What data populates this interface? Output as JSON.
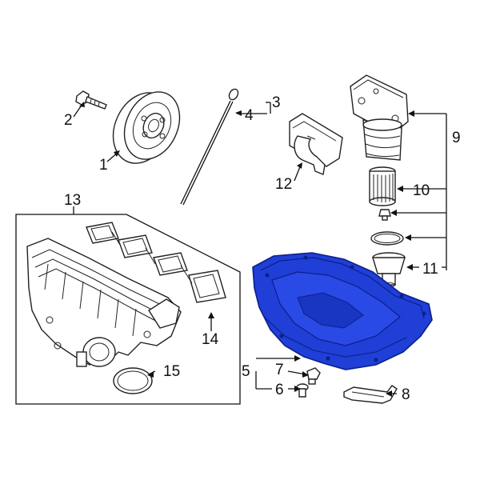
{
  "callouts": {
    "c1": "1",
    "c2": "2",
    "c3": "3",
    "c4": "4",
    "c5": "5",
    "c6": "6",
    "c7": "7",
    "c8": "8",
    "c9": "9",
    "c10": "10",
    "c11": "11",
    "c12": "12",
    "c13": "13",
    "c14": "14",
    "c15": "15"
  },
  "colors": {
    "highlight": "#1f3fd6",
    "highlight_dark": "#0d1f8a",
    "line": "#111111"
  }
}
